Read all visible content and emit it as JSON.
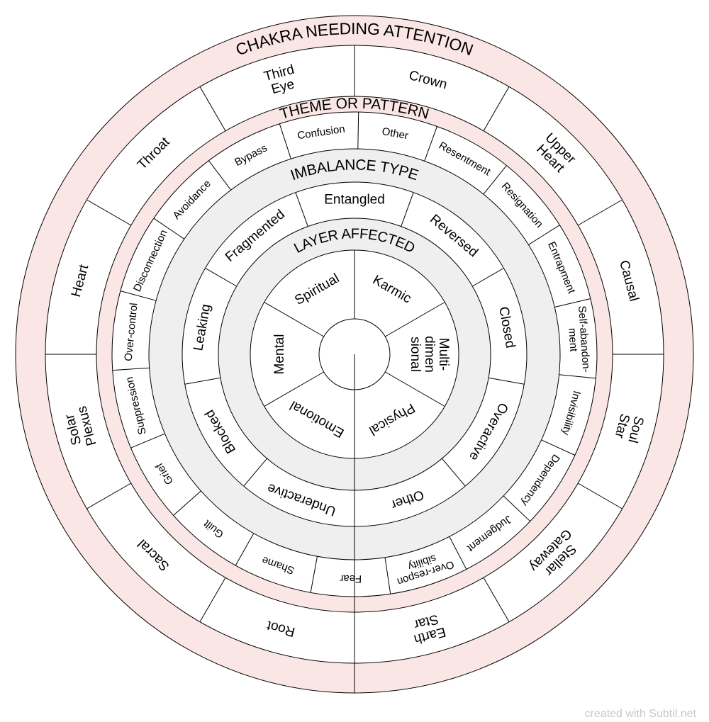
{
  "rings": [
    {
      "key": "chakra",
      "title": "CHAKRA NEEDING ATTENTION",
      "items": [
        "Crown",
        "Upper Heart",
        "Causal",
        "Soul Star",
        "Stellar Gateway",
        "Earth Star",
        "Root",
        "Sacral",
        "Solar Plexus",
        "Heart",
        "Throat",
        "Third Eye"
      ]
    },
    {
      "key": "theme",
      "title": "THEME OR PATTERN",
      "items": [
        "Confusion",
        "Other",
        "Resentment",
        "Resignation",
        "Entrapment",
        "Self-abandon- ment",
        "Invisibility",
        "Dependency",
        "Judgement",
        "Over-respon sibility",
        "Fear",
        "Shame",
        "Guilt",
        "Grief",
        "Suppression",
        "Over-control",
        "Disconnection",
        "Avoidance",
        "Bypass"
      ]
    },
    {
      "key": "imbalance",
      "title": "IMBALANCE TYPE",
      "items": [
        "Entangled",
        "Reversed",
        "Closed",
        "Overactive",
        "Other",
        "Underactive",
        "Blocked",
        "Leaking",
        "Fragmented"
      ]
    },
    {
      "key": "layer",
      "title": "LAYER AFFECTED",
      "items": [
        "Spiritual",
        "Karmic",
        "Multi- dimen sional",
        "Physical",
        "Emotional",
        "Mental"
      ]
    }
  ],
  "colors": {
    "band_outer": "#fbe6e6",
    "band_inner": "#efefef",
    "stroke": "#000000",
    "segment_fill": "#ffffff"
  },
  "footer": {
    "credit": "created with Subtil.net"
  }
}
